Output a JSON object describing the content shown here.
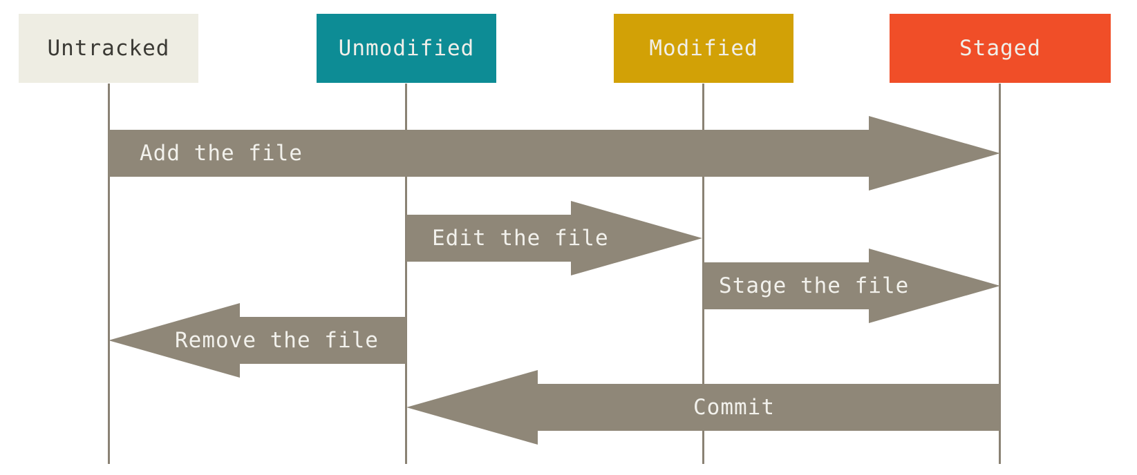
{
  "diagram": {
    "type": "state-lifecycle",
    "states": [
      {
        "label": "Untracked",
        "fill": "#eeede3",
        "text_color": "#3b3a35"
      },
      {
        "label": "Unmodified",
        "fill": "#0d8c95",
        "text_color": "#f0efe9"
      },
      {
        "label": "Modified",
        "fill": "#d2a106",
        "text_color": "#f0efe9"
      },
      {
        "label": "Staged",
        "fill": "#f04e28",
        "text_color": "#f0efe9"
      }
    ],
    "transitions": [
      {
        "label": "Add the file",
        "from": "Untracked",
        "to": "Staged",
        "direction": "right"
      },
      {
        "label": "Edit the file",
        "from": "Unmodified",
        "to": "Modified",
        "direction": "right"
      },
      {
        "label": "Stage the file",
        "from": "Modified",
        "to": "Staged",
        "direction": "right"
      },
      {
        "label": "Remove the file",
        "from": "Unmodified",
        "to": "Untracked",
        "direction": "left"
      },
      {
        "label": "Commit",
        "from": "Staged",
        "to": "Unmodified",
        "direction": "left"
      }
    ],
    "arrow_color": "#8f8778",
    "arrow_label_color": "#f2f1ec",
    "lifeline_color": "#8a8274",
    "background_color": "#ffffff"
  }
}
